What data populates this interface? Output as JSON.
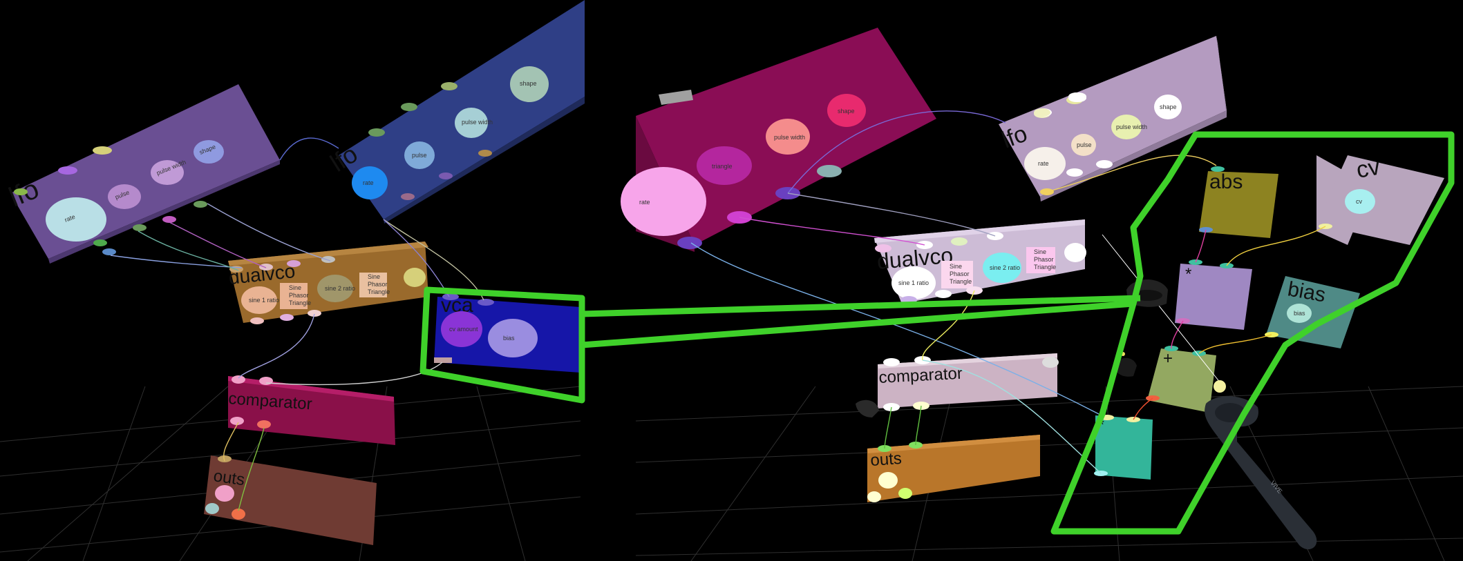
{
  "left_scene": {
    "modules": {
      "lfo_1": {
        "title": "lfo",
        "knobs": [
          "rate",
          "pulse",
          "pulse width",
          "shape"
        ]
      },
      "lfo_2": {
        "title": "lfo",
        "knobs": [
          "rate",
          "pulse",
          "pulse width",
          "shape"
        ]
      },
      "dualvco": {
        "title": "dualvco",
        "knobs": [
          "sine 1 ratio",
          "sine 2 ratio"
        ],
        "switch": [
          "Sine",
          "Phasor",
          "Triangle"
        ],
        "switch2": [
          "Sine",
          "Phasor",
          "Triangle"
        ]
      },
      "vca": {
        "title": "vca",
        "knobs": [
          "cv amount",
          "bias"
        ]
      },
      "comparator": {
        "title": "comparator"
      },
      "outs": {
        "title": "outs"
      }
    }
  },
  "right_scene": {
    "modules": {
      "pink_panel": {
        "knobs": [
          "rate",
          "triangle",
          "pulse width",
          "shape"
        ]
      },
      "lfo": {
        "title": "lfo",
        "knobs": [
          "rate",
          "pulse",
          "pulse width",
          "shape"
        ]
      },
      "dualvco": {
        "title": "dualvco",
        "knobs": [
          "sine 1 ratio",
          "sine 2 ratio"
        ],
        "switch": [
          "Sine",
          "Phasor",
          "Triangle"
        ],
        "switch2": [
          "Sine",
          "Phasor",
          "Triangle"
        ]
      },
      "comparator": {
        "title": "comparator"
      },
      "outs": {
        "title": "outs"
      },
      "abs": {
        "title": "abs"
      },
      "cv": {
        "title": "cv",
        "knobs": [
          "cv"
        ]
      },
      "mult": {
        "title": "*"
      },
      "bias": {
        "title": "bias",
        "knobs": [
          "bias"
        ]
      },
      "add": {
        "title": "+"
      },
      "mult2": {
        "title": "*"
      }
    },
    "controller_label": "VIVE"
  },
  "colors": {
    "highlight": "#3fd12a",
    "lfo_left": "#6a4f93",
    "lfo_blue": "#2f3f86",
    "dualvco_left": "#9a6a2c",
    "vca": "#1616a8",
    "comparator_left": "#8a1049",
    "outs_left": "#6f3b33",
    "pink_panel": "#8a0d55",
    "lfo_right": "#b49bc0",
    "dualvco_right": "#cdbcd6",
    "comparator_right": "#ccb3c4",
    "outs_right": "#b9762a",
    "abs": "#8d8321",
    "cv": "#b8a5bd",
    "mult": "#9f88c2",
    "bias": "#4f8a86",
    "add": "#93a861",
    "mult2": "#33b59a"
  }
}
